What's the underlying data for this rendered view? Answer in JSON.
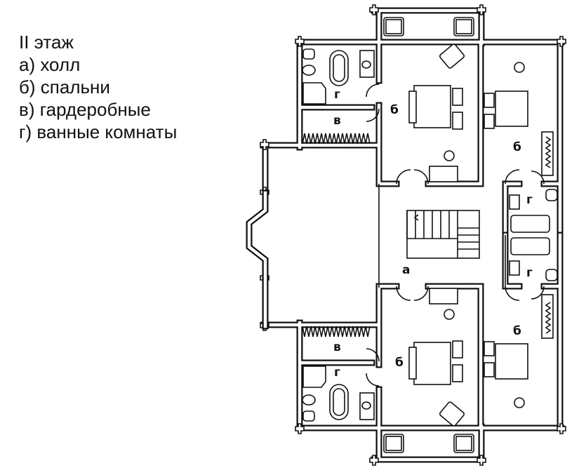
{
  "legend": {
    "title": "II этаж",
    "items": [
      "а) холл",
      "б) спальни",
      "в) гардеробные",
      "г) ванные комнаты"
    ]
  },
  "plan_labels": {
    "hall": "а",
    "bedroom": "б",
    "wardrobe": "в",
    "bathroom": "г"
  },
  "colors": {
    "line": "#111111",
    "background": "#ffffff"
  }
}
